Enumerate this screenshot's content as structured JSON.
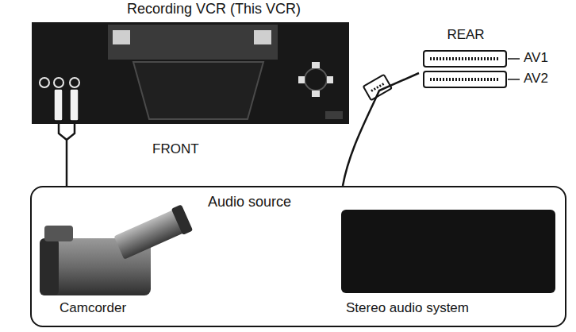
{
  "diagram": {
    "nodes": [
      {
        "text": [
          "Recording VCR (This VCR)"
        ]
      },
      {
        "text": [
          "REAR"
        ]
      },
      {
        "text": [
          "Audio source"
        ]
      },
      {
        "text": [
          "Camcorder"
        ],
        "in": 2
      },
      {
        "text": [
          "Stereo audio system"
        ],
        "in": 2
      }
    ],
    "edges": [
      {
        "from": 2,
        "to": 0,
        "arrow": "none"
      },
      {
        "from": 2,
        "to": 1,
        "arrow": "none"
      }
    ],
    "labels": [
      "FRONT",
      "AV1",
      "AV2"
    ]
  }
}
